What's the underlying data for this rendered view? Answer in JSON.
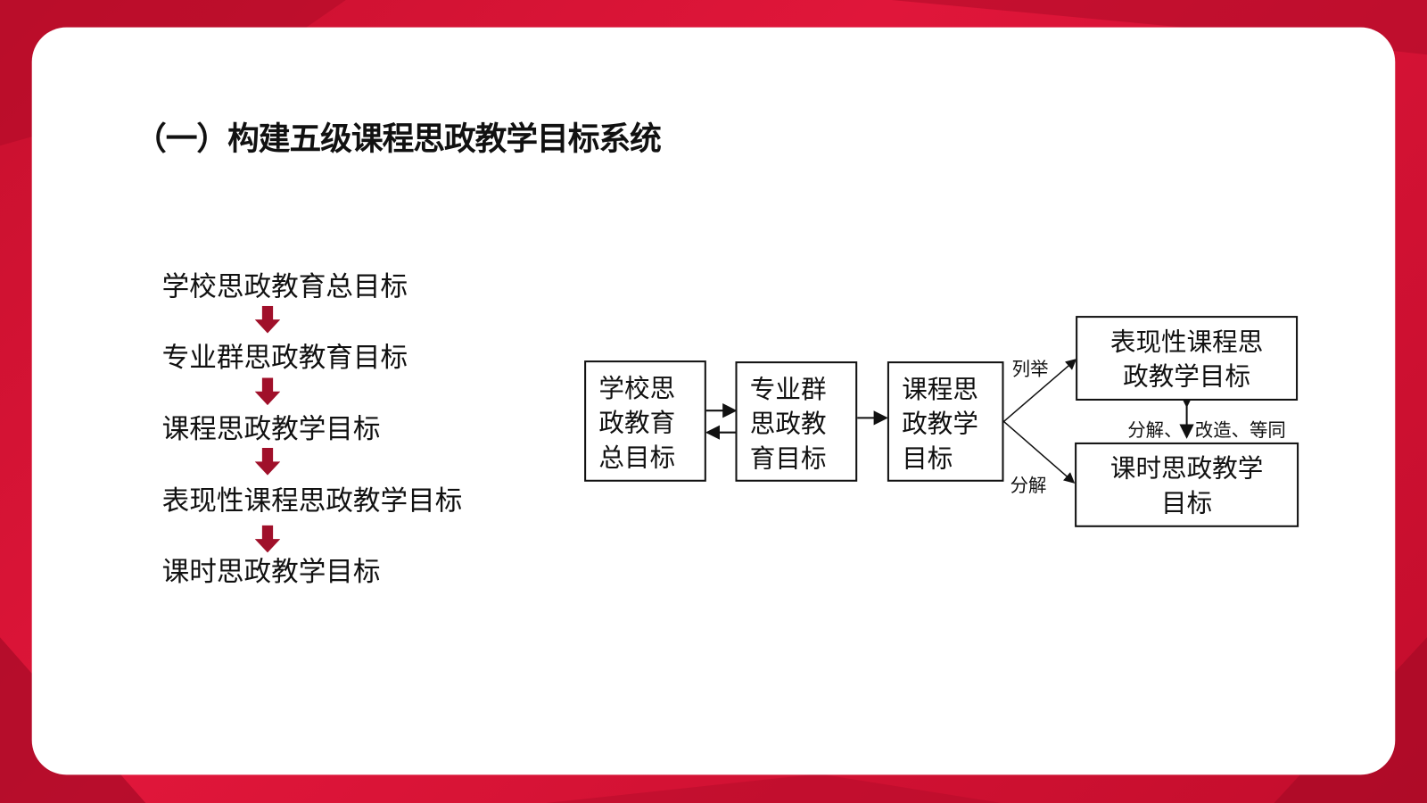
{
  "title": "（一）构建五级课程思政教学目标系统",
  "levels": [
    "学校思政教育总目标",
    "专业群思政教育目标",
    "课程思政教学目标",
    "表现性课程思政教学目标",
    "课时思政教学目标"
  ],
  "diagram": {
    "box1": [
      "学校思",
      "政教育",
      "总目标"
    ],
    "box2": [
      "专业群",
      "思政教",
      "育目标"
    ],
    "box3": [
      "课程思",
      "政教学",
      "目标"
    ],
    "box4": [
      "表现性课程思",
      "政教学目标"
    ],
    "box5": [
      "课时思政教学",
      "目标"
    ],
    "label_enumerate": "列举",
    "label_decompose": "分解",
    "label_relation_left": "分解、",
    "label_relation_right": "改造、等同"
  },
  "colors": {
    "accent": "#c8102e",
    "arrow": "#a0102a"
  }
}
